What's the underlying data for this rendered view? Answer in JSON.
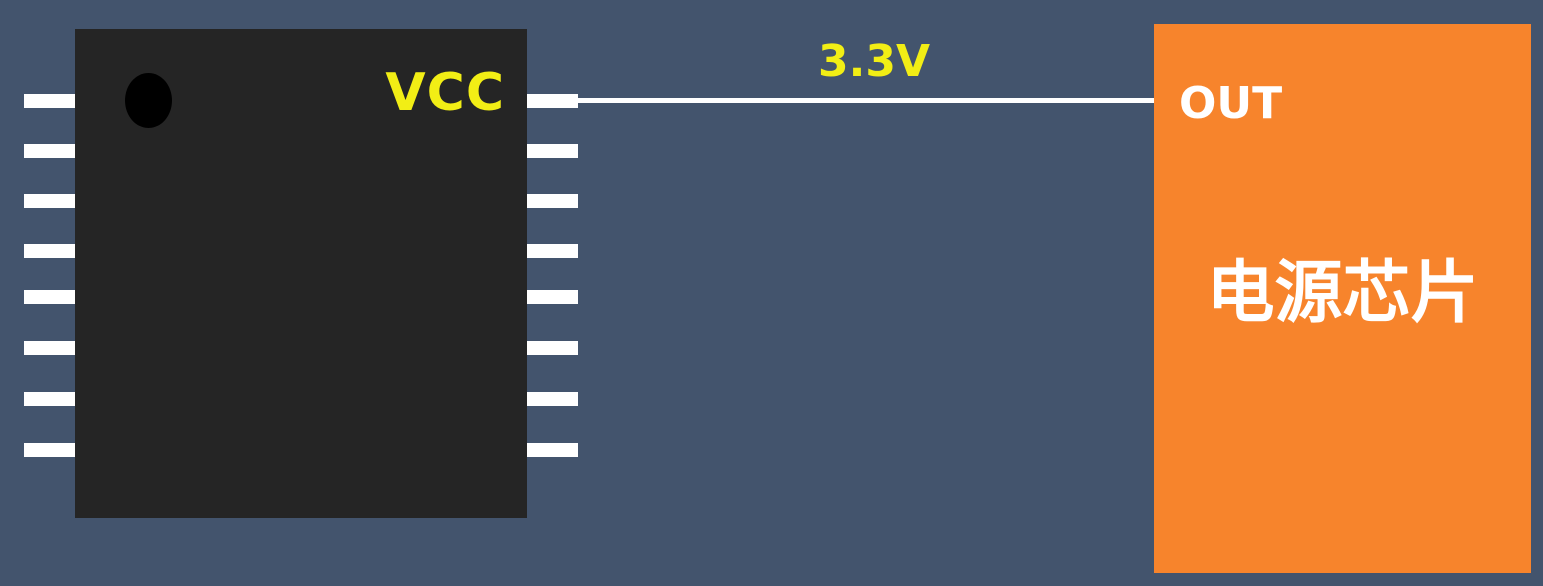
{
  "mcu": {
    "pin_label": "VCC",
    "pins_per_side": 8
  },
  "connection": {
    "voltage_label": "3.3V"
  },
  "power_chip": {
    "pin_label": "OUT",
    "name": "电源芯片"
  },
  "colors": {
    "background": "#43546d",
    "mcu_body": "#252525",
    "pin": "#ffffff",
    "label_highlight": "#f2ee15",
    "power_chip_body": "#f7842c",
    "power_chip_text": "#ffffff"
  }
}
